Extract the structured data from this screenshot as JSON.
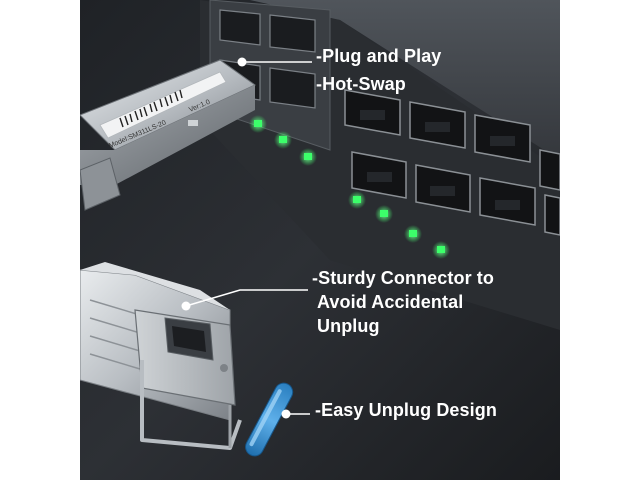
{
  "callouts": {
    "plug_and_play": "-Plug and Play",
    "hot_swap": "-Hot-Swap",
    "sturdy_connector": {
      "line1": "-Sturdy Connector to",
      "line2": "Avoid Accidental",
      "line3": "Unplug"
    },
    "easy_unplug": "-Easy Unplug Design"
  },
  "module_label": {
    "model_text": "Model:SM311LS-20",
    "version_text": "Ver:1.0"
  },
  "colors": {
    "background": "#ffffff",
    "switch_body": "#2a2d31",
    "port_led": "#3cff6a",
    "callout_text": "#ffffff",
    "pull_tab": "#2f86c9"
  }
}
